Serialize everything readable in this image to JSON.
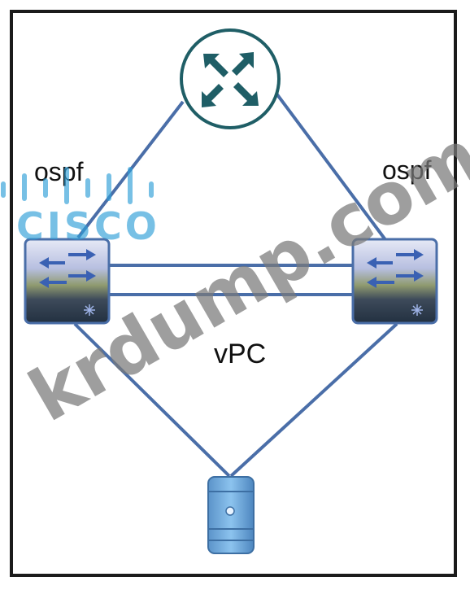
{
  "diagram": {
    "left_label": "ospf",
    "right_label": "ospf",
    "center_label": "vPC"
  },
  "watermarks": {
    "brand_logo_text": "CISCO",
    "site_text": "krdump.com"
  },
  "icons": {
    "router": "router-icon",
    "switch_left": "switch-icon",
    "switch_right": "switch-icon",
    "server": "server-icon"
  },
  "colors": {
    "link": "#4a6ea8",
    "router_teal": "#1f5e66",
    "switch_blue": "#5a7dbd",
    "server_blue": "#6ea8d8",
    "cisco_blue": "#2f9fd8",
    "watermark_gray": "#7a7a7a"
  }
}
